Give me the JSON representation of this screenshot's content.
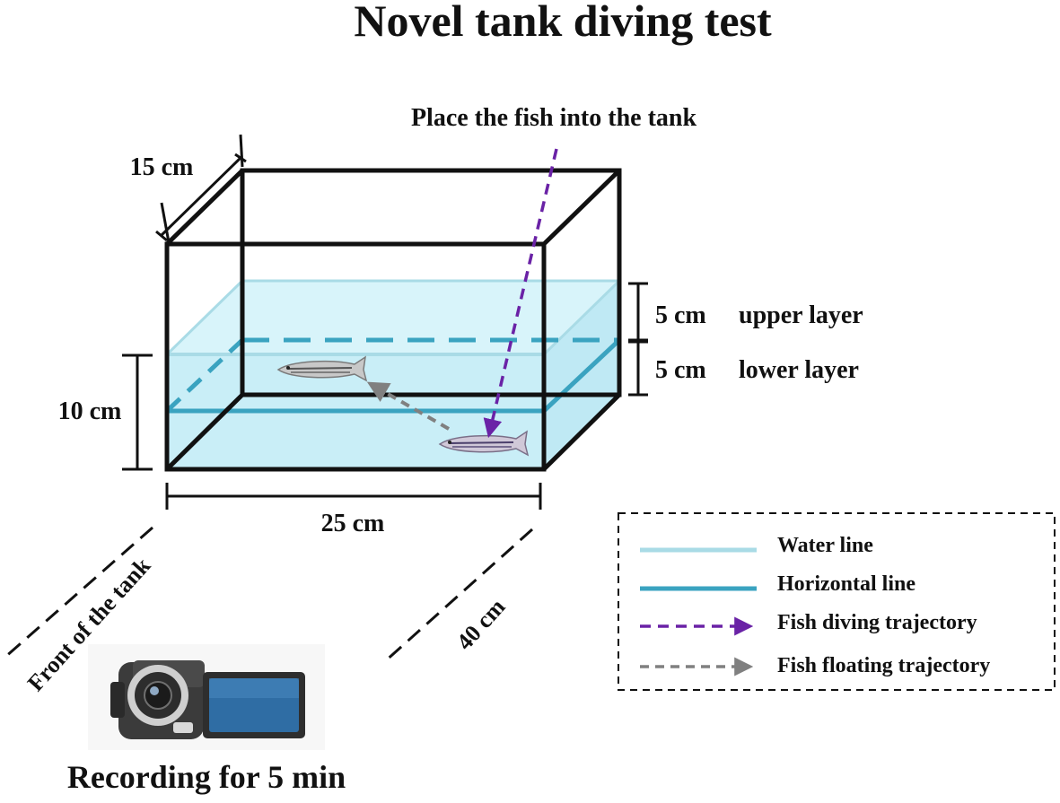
{
  "title": "Novel tank diving test",
  "annotations": {
    "place_fish": "Place the fish into the tank",
    "width_15": "15 cm",
    "height_10": "10 cm",
    "length_25": "25 cm",
    "upper_5": "5 cm",
    "upper_layer": "upper layer",
    "lower_5": "5 cm",
    "lower_layer": "lower layer",
    "front_of_tank": "Front of the tank",
    "distance_40": "40 cm",
    "recording": "Recording for 5 min"
  },
  "legend": {
    "items": [
      {
        "label": "Water line",
        "style": "solid",
        "color": "#a9dbe6"
      },
      {
        "label": "Horizontal line",
        "style": "solid",
        "color": "#3aa3c0"
      },
      {
        "label": "Fish diving trajectory",
        "style": "dashed-arrow",
        "color": "#6a22a6"
      },
      {
        "label": "Fish floating trajectory",
        "style": "dashed-arrow",
        "color": "#808080"
      }
    ]
  },
  "colors": {
    "water": "#c9eef7",
    "tank_edge": "#111111",
    "horizontal_line": "#3aa3c0",
    "water_line": "#a9dbe6",
    "dive_path": "#6a22a6",
    "float_path": "#808080"
  }
}
